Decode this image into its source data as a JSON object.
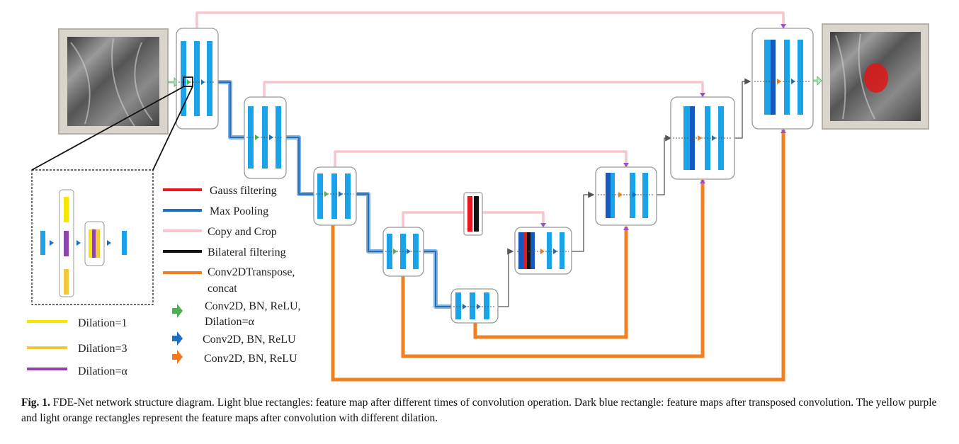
{
  "legend_lines": [
    {
      "label": "Gauss filtering",
      "color": "#e8171f"
    },
    {
      "label": "Max Pooling",
      "color": "#1f6fbd"
    },
    {
      "label": "Copy and Crop",
      "color": "#f6c6cc"
    },
    {
      "label": "Bilateral filtering",
      "color": "#111111"
    },
    {
      "label_line1": "Conv2DTranspose,",
      "label_line2": "concat",
      "color": "#f08021"
    }
  ],
  "legend_arrows": [
    {
      "label_line1": "Conv2D, BN, ReLU,",
      "label_line2": "Dilation=α",
      "color": "#4caf50"
    },
    {
      "label": "Conv2D, BN, ReLU",
      "color": "#1c6fc2"
    },
    {
      "label": "Conv2D, BN, ReLU",
      "color": "#f07a20"
    }
  ],
  "legend_dilation": [
    {
      "label": "Dilation=1",
      "color": "#f7e600"
    },
    {
      "label": "Dilation=3",
      "color": "#f2c83c"
    },
    {
      "label": "Dilation=α",
      "color": "#8e44ad"
    }
  ],
  "colors": {
    "feature_light": "#1aa3e8",
    "feature_dark": "#1558c0",
    "copy_crop": "#f6c6cc",
    "transpose": "#f08021",
    "pooling": "#1f6fbd",
    "segmentation": "#e01818"
  },
  "caption": {
    "label": "Fig. 1.",
    "text": "FDE-Net network structure diagram. Light blue rectangles: feature map after different times of convolution operation. Dark blue rectangle: feature maps after transposed convolution. The yellow purple and light orange rectangles represent the feature maps after convolution with different dilation."
  }
}
